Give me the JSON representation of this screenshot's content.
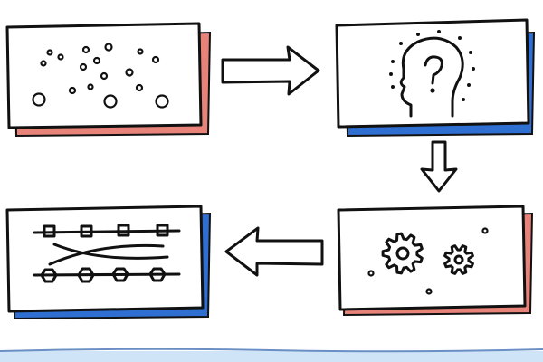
{
  "colors": {
    "ink": "#111111",
    "paper": "#ffffff",
    "shadow_red": "#e8837a",
    "shadow_blue": "#2f6fd1",
    "floor_band": "#cfe4f7",
    "floor_line": "#6a8fc4"
  },
  "panels": [
    {
      "name": "scattered-data",
      "icon": "scattered-dots-icon",
      "shadow": "red"
    },
    {
      "name": "thinking",
      "icon": "head-with-question-mark-icon",
      "shadow": "blue"
    },
    {
      "name": "processing",
      "icon": "gears-icon",
      "shadow": "red"
    },
    {
      "name": "organized-network",
      "icon": "linked-nodes-icon",
      "shadow": "blue"
    }
  ],
  "arrows": [
    {
      "name": "arrow-right",
      "icon": "arrow-right-icon"
    },
    {
      "name": "arrow-down",
      "icon": "arrow-down-icon"
    },
    {
      "name": "arrow-left",
      "icon": "arrow-left-icon"
    }
  ]
}
